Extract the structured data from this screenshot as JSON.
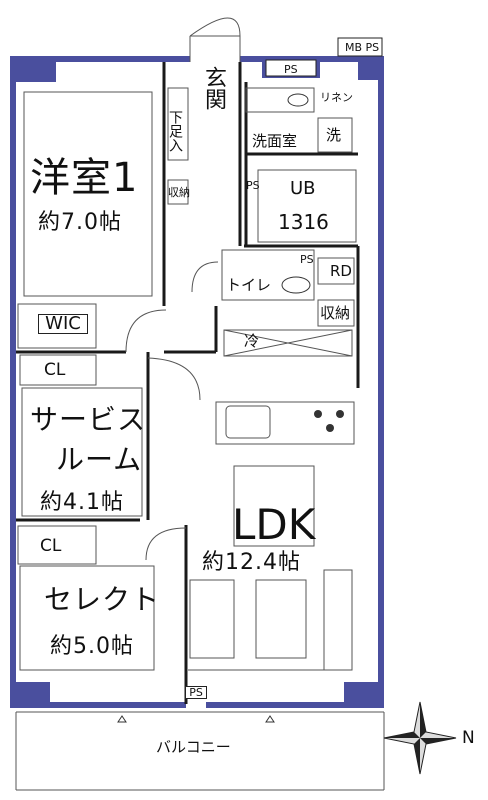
{
  "labels": {
    "youshitsu1": "洋室1",
    "youshitsu1_area": "約7.0帖",
    "wic": "WIC",
    "cl1": "CL",
    "service_room_line1": "サービス",
    "service_room_line2": "ルーム",
    "service_room_area": "約4.1帖",
    "cl2": "CL",
    "select": "セレクト",
    "select_area": "約5.0帖",
    "ldk": "LDK",
    "ldk_area": "約12.4帖",
    "genkan": "玄関",
    "geta": "下足入",
    "shuno1": "収納",
    "senmen": "洗面室",
    "sen": "洗",
    "linen": "リネン",
    "ub_line1": "UB",
    "ub_line2": "1316",
    "toilet": "トイレ",
    "rd": "RD",
    "shuno2": "収納",
    "rei": "冷",
    "ps_top": "PS",
    "ps_ub": "PS",
    "ps_toilet": "PS",
    "ps_bottom": "PS",
    "mbps": "MB PS",
    "balcony": "バルコニー",
    "north": "N"
  },
  "colors": {
    "outer_wall": "#4a4f9e",
    "wall": "#1a1a1a",
    "line": "#555555"
  }
}
